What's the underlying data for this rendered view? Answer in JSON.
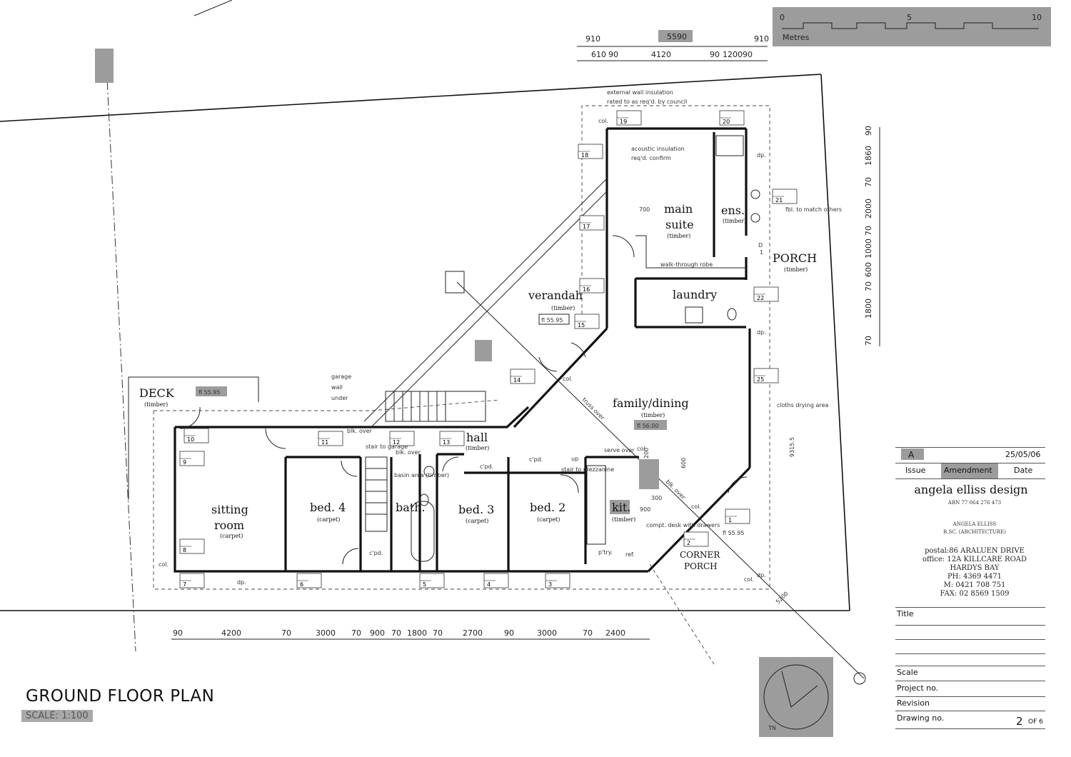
{
  "title": {
    "heading": "GROUND FLOOR PLAN",
    "scale": "SCALE: 1:100"
  },
  "scale_bar": {
    "ticks": [
      "0",
      "5",
      "10"
    ],
    "unit": "Metres"
  },
  "rooms": {
    "sitting": "sitting",
    "sitting2": "room",
    "sitting_sub": "(carpet)",
    "bed4": "bed. 4",
    "bed4_sub": "(carpet)",
    "bath": "bath.",
    "bed3": "bed. 3",
    "bed3_sub": "(carpet)",
    "bed2": "bed. 2",
    "bed2_sub": "(carpet)",
    "kit": "kit.",
    "kit_sub": "(timber)",
    "family": "family/dining",
    "family_sub": "(timber)",
    "family_fl": "fl 56.00",
    "verandah": "verandah",
    "verandah_sub": "(timber)",
    "verandah_fl": "fl 55.95",
    "laundry": "laundry",
    "main1": "main",
    "main2": "suite",
    "main_sub": "(timber)",
    "ens": "ens.",
    "ens_sub": "(timber)",
    "porch": "PORCH",
    "porch_sub": "(timber)",
    "corner1": "CORNER",
    "corner2": "PORCH",
    "corner_fl": "fl 55.95",
    "deck": "DECK",
    "deck_sub": "(timber)",
    "deck_fl": "fl 55.95",
    "hall": "hall",
    "hall_sub": "(timber)",
    "walkrobe": "walk-through robe"
  },
  "notes": {
    "ext_ins1": "external wall insulation",
    "ext_ins2": "rated to as req'd. by council",
    "ac1": "acoustic insulation",
    "ac2": "req'd. confirm",
    "garage1": "garage",
    "garage2": "wall",
    "garage3": "under",
    "truss": "truss over",
    "blk1": "blk. over",
    "blk2": "blk. over",
    "blk3": "blk. over",
    "col": "col.",
    "cpd": "c'pd.",
    "dp": "dp.",
    "up": "up",
    "stair_mezz": "stair to mezzanine",
    "stair_garage": "stair to garage",
    "basin": "basin area (timber)",
    "serve": "serve over",
    "compt": "compt. desk with drawers",
    "pantry": "p'try.",
    "ref": "ref.",
    "cloths": "cloths drying area",
    "fbl": "fbl. to match others",
    "d1": "D",
    "d1n": "1",
    "dim700": "700",
    "dim900": "900",
    "dim200a": "200",
    "dim600": "600",
    "dim300": "300",
    "dim5200": "5200",
    "dim9315": "9315.5"
  },
  "dims_top": [
    "910",
    "5590",
    "910"
  ],
  "dims_top2": [
    "610",
    "90",
    "4120",
    "90",
    "1200",
    "90"
  ],
  "dims_bottom": [
    "90",
    "4200",
    "70",
    "3000",
    "70",
    "900",
    "70",
    "1800",
    "70",
    "2700",
    "90",
    "3000",
    "70",
    "2400"
  ],
  "dims_right": [
    "90",
    "1860",
    "70",
    "2000",
    "70",
    "1000",
    "600",
    "70",
    "1800",
    "70"
  ],
  "windows": [
    "10",
    "9",
    "8",
    "7",
    "6",
    "5",
    "4",
    "3",
    "11",
    "12",
    "13",
    "14",
    "15",
    "16",
    "17",
    "18",
    "19",
    "20",
    "21",
    "22",
    "25",
    "1",
    "2"
  ],
  "title_block": {
    "issue": "A",
    "issue_date": "25/05/06",
    "issue_h": "Issue",
    "amend_h": "Amendment",
    "date_h": "Date",
    "firm": "angela elliss design",
    "abn": "ABN 77 064 276 473",
    "person": "ANGELA ELLISS",
    "degree": "B.SC. (ARCHITECTURE)",
    "postal": "postal:86 ARALUEN DRIVE",
    "office": "office: 12A KILLCARE ROAD",
    "town": "HARDYS BAY",
    "ph": "PH: 4369 4471",
    "mobile": "M: 0421 708 751",
    "fax": "FAX: 02 8569 1509",
    "f_title": "Title",
    "f_scale": "Scale",
    "f_project": "Project no.",
    "f_revision": "Revision",
    "f_drawing": "Drawing no.",
    "drawing_no": "2",
    "drawing_of": "OF 6"
  },
  "north": "TN",
  "colors": {
    "shade": "#9c9c9c",
    "line": "#111111"
  }
}
